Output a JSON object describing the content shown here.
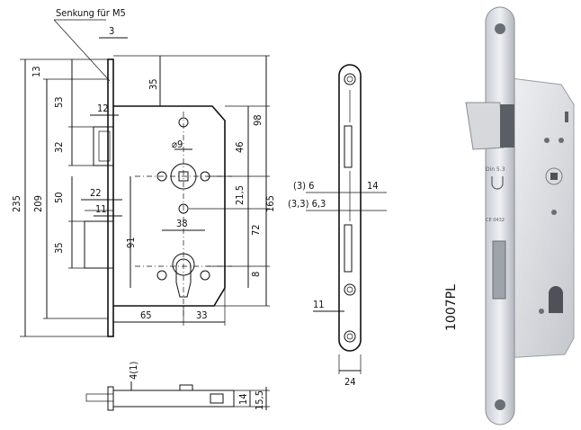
{
  "callout": {
    "countersink": "Senkung für M5"
  },
  "front_view": {
    "dims": {
      "d3": "3",
      "d13": "13",
      "d53": "53",
      "d35top": "35",
      "d12": "12",
      "d98": "98",
      "d32": "32",
      "d46": "46",
      "d9": "⌀9",
      "d235": "235",
      "d209": "209",
      "d50": "50",
      "d22": "22",
      "d11": "11",
      "d215": "21,5",
      "d165": "165",
      "d38": "38",
      "d91": "91",
      "d72": "72",
      "d35bot": "35",
      "d8": "8",
      "d65": "65",
      "d33": "33"
    }
  },
  "side_view": {
    "dims": {
      "d3_6": "(3) 6",
      "d33_63": "(3,3) 6,3",
      "d14": "14",
      "d11": "11",
      "d24": "24"
    }
  },
  "bottom_view": {
    "dims": {
      "d41": "4(1)",
      "d14": "14",
      "d155": "15,5"
    }
  },
  "photo": {
    "model": "1007PL",
    "stamp_din": "Din 5.3",
    "stamp_ce": "CE 0432"
  },
  "colors": {
    "line": "#111111",
    "steel_light": "#e4e6ea",
    "steel_dark": "#8a8e96"
  }
}
